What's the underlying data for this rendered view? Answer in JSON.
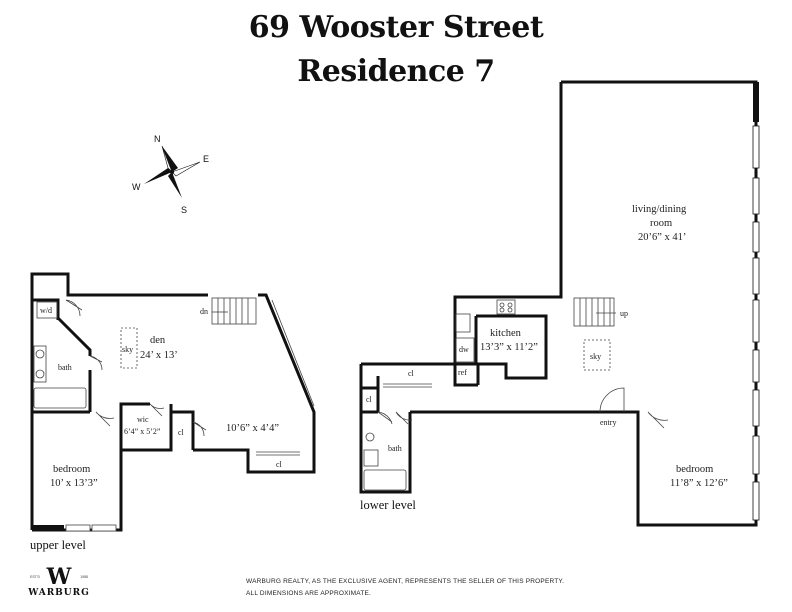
{
  "title": {
    "line1": "69 Wooster Street",
    "line2": "Residence 7"
  },
  "compass": {
    "n": "N",
    "e": "E",
    "s": "S",
    "w": "W"
  },
  "levels": {
    "upper": "upper level",
    "lower": "lower level"
  },
  "rooms": {
    "wd": "w/d",
    "sky_upper": "sky",
    "den_name": "den",
    "den_dims": "24’ x 13’",
    "dn": "dn",
    "bath_upper": "bath",
    "wic_name": "wic",
    "wic_dims": "6’4” x 5’2”",
    "cl_upper1": "cl",
    "cl_upper2": "cl",
    "hall_dims": "10’6” x 4’4”",
    "bedroom_upper_name": "bedroom",
    "bedroom_upper_dims": "10’ x 13’3”",
    "living_name_1": "living/dining",
    "living_name_2": "room",
    "living_dims": "20’6” x 41’",
    "up": "up",
    "kitchen_name": "kitchen",
    "kitchen_dims": "13’3” x 11’2”",
    "dw": "dw",
    "ref": "ref",
    "sky_lower": "sky",
    "cl_lower1": "cl",
    "cl_lower2": "cl",
    "bath_lower": "bath",
    "entry": "entry",
    "bedroom_lower_name": "bedroom",
    "bedroom_lower_dims": "11’8” x 12’6”"
  },
  "brand": {
    "name": "WARBURG",
    "tick_left": "EST'D",
    "tick_right": "1988"
  },
  "footer": {
    "line1": "WARBURG REALTY, AS THE EXCLUSIVE AGENT, REPRESENTS THE SELLER OF THIS PROPERTY.",
    "line2": "ALL DIMENSIONS ARE APPROXIMATE."
  }
}
